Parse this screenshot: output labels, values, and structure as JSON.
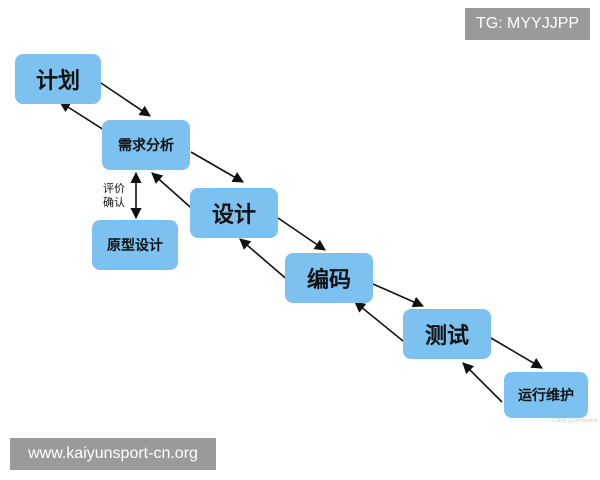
{
  "nodes": {
    "plan": "计划",
    "requirements": "需求分析",
    "prototype": "原型设计",
    "design": "设计",
    "coding": "编码",
    "testing": "测试",
    "operations": "运行维护"
  },
  "note": {
    "line1": "评价",
    "line2": "确认"
  },
  "watermark_top": "TG: MYYJJPP",
  "watermark_bottom": "www.kaiyunsport-cn.org",
  "faint_caption": "CSDN @Orchestra",
  "colors": {
    "box_fill": "#7cc1f0",
    "arrow": "#111111",
    "badge_bg": "#9a9a9a"
  }
}
